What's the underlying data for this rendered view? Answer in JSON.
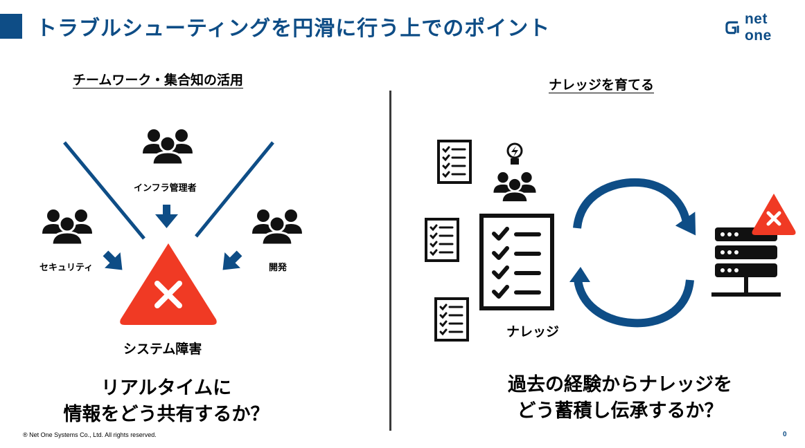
{
  "header": {
    "title": "トラブルシューティングを円滑に行う上でのポイント",
    "logo_text": "net one",
    "accent_color": "#0e4d86"
  },
  "left": {
    "section_title": "チームワーク・集合知の活用",
    "groups": [
      {
        "label": "インフラ管理者",
        "icon": "people-group-icon"
      },
      {
        "label": "セキュリティ",
        "icon": "people-group-icon"
      },
      {
        "label": "開発",
        "icon": "people-group-icon"
      }
    ],
    "incident_label": "システム障害",
    "incident_icon": "warning-x-icon",
    "question_line1": "リアルタイムに",
    "question_line2": "情報をどう共有するか？"
  },
  "right": {
    "section_title": "ナレッジを育てる",
    "knowledge_label": "ナレッジ",
    "icons": [
      "checklist-icon",
      "people-idea-icon",
      "cycle-arrows-icon",
      "server-error-icon"
    ],
    "question_line1": "過去の経験からナレッジを",
    "question_line2": "どう蓄積し伝承するか？"
  },
  "footer": {
    "copyright": "® Net One Systems Co., Ltd. All rights reserved.",
    "page_number": "0"
  },
  "colors": {
    "arrow_blue": "#0e4d86",
    "alert_red": "#f03a24",
    "icon_black": "#111111"
  }
}
